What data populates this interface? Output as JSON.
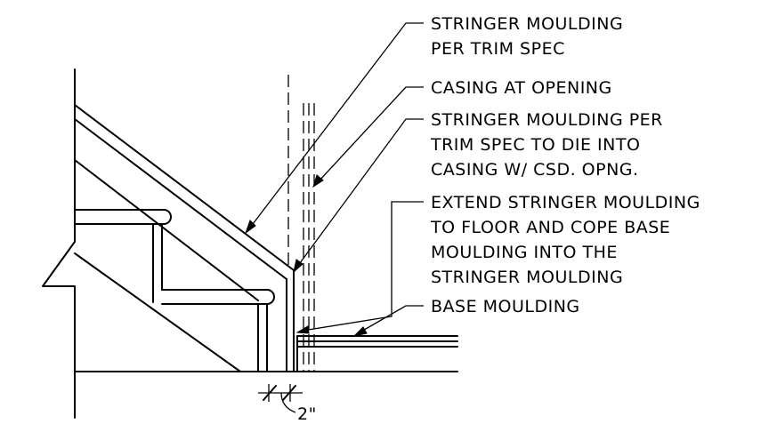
{
  "notes": {
    "stringer_moulding": [
      "STRINGER MOULDING",
      "PER TRIM SPEC"
    ],
    "casing": [
      "CASING AT OPENING"
    ],
    "stringer_die": [
      "STRINGER MOULDING PER",
      "TRIM SPEC TO DIE INTO",
      "CASING W/ CSD. OPNG."
    ],
    "extend_stringer": [
      "EXTEND STRINGER MOULDING",
      "TO FLOOR AND COPE BASE",
      "MOULDING INTO THE",
      "STRINGER MOULDING"
    ],
    "base_moulding": [
      "BASE MOULDING"
    ]
  },
  "dimension": {
    "value": "2\""
  }
}
